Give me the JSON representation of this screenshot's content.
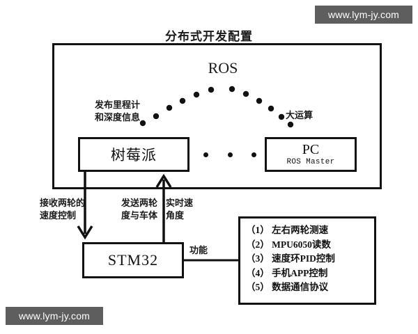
{
  "watermarks": {
    "top_right": "www.lym-jy.com",
    "bottom_left": "www.lym-jy.com"
  },
  "diagram": {
    "title": "分布式开发配置",
    "ros_label": "ROS",
    "middle_ellipsis": "· · ·",
    "nodes": {
      "raspberry_pi": {
        "label": "树莓派"
      },
      "pc": {
        "label": "PC",
        "sublabel": "ROS Master"
      },
      "stm32": {
        "label": "STM32"
      }
    },
    "annotations": {
      "publish": "发布里程计\n和深度信息",
      "compute": "大运算",
      "receive": "接收两轮的\n速度控制",
      "send": "发送两轮\n度与车体",
      "realtime": "实时速\n角度",
      "function": "功能"
    },
    "function_list": [
      "（1） 左右两轮测速",
      "（2） MPU6050读数",
      "（3） 速度环PID控制",
      "（4） 手机APP控制",
      "（5） 数据通信协议"
    ],
    "colors": {
      "stroke": "#111111",
      "background": "#ffffff",
      "watermark_bg": "#5e5e5e",
      "watermark_text": "#ffffff"
    }
  }
}
